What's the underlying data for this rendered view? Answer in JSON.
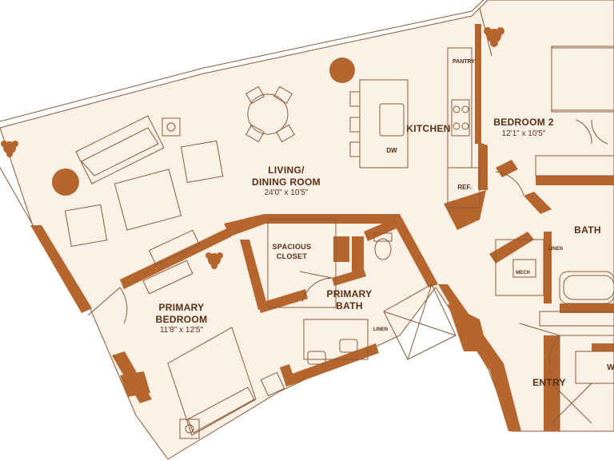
{
  "colors": {
    "wall": "#B5652E",
    "floor": "#FBF1E6",
    "line": "#8A5A3A",
    "label": "#5A2E14"
  },
  "rooms": {
    "living": {
      "name": "LIVING/",
      "name2": "DINING ROOM",
      "dims": "24'0\" x 10'5\""
    },
    "kitchen": {
      "name": "KITCHEN"
    },
    "bedroom2": {
      "name": "BEDROOM 2",
      "dims": "12'1\" x 10'5\""
    },
    "bath": {
      "name": "BATH"
    },
    "closet": {
      "name": "SPACIOUS",
      "name2": "CLOSET"
    },
    "primary_bath": {
      "name": "PRIMARY",
      "name2": "BATH"
    },
    "primary_bedroom": {
      "name": "PRIMARY",
      "name2": "BEDROOM",
      "dims": "11'8\" x 12'5\""
    },
    "entry": {
      "name": "ENTRY"
    },
    "w": {
      "name": "W"
    }
  },
  "fixtures": {
    "pantry": "PANTRY",
    "dw": "DW",
    "ref": "REF.",
    "linen_bath": "LINEN",
    "linen_primary": "LINEN",
    "mech": "MECH"
  },
  "icons": [
    "plant-icon",
    "round-table-icon",
    "sofa-icon",
    "bed-icon",
    "toilet-icon",
    "sink-icon",
    "stove-icon",
    "tub-icon",
    "shower-icon"
  ]
}
